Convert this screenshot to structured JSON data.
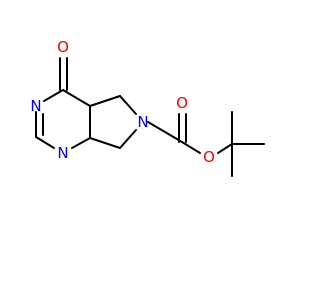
{
  "molecule": {
    "atoms": {
      "o_ketone": {
        "symbol": "O",
        "color": "#ff0000"
      },
      "n3": {
        "symbol": "N",
        "color": "#0000ff"
      },
      "n1": {
        "symbol": "N",
        "color": "#0000ff"
      },
      "n6": {
        "symbol": "N",
        "color": "#0000ff"
      },
      "o_carbonyl": {
        "symbol": "O",
        "color": "#ff0000"
      },
      "o_ester": {
        "symbol": "O",
        "color": "#ff0000"
      }
    },
    "bond_color": "#000000"
  }
}
